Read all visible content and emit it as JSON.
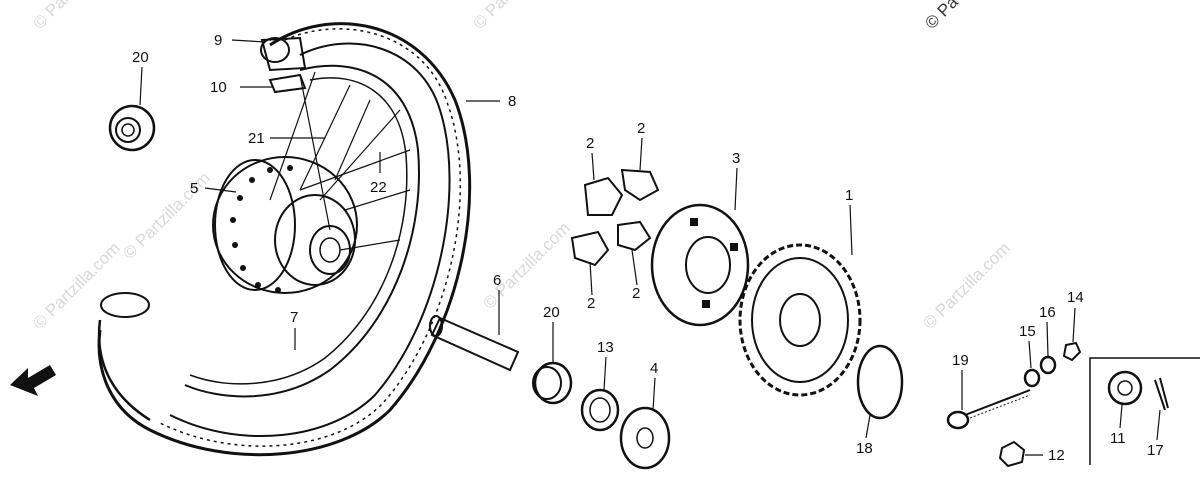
{
  "watermark": {
    "text": "© Partzilla.com",
    "corner_text": "© Pa"
  },
  "direction": {
    "label": "FWD"
  },
  "callouts": [
    {
      "id": "c9a",
      "text": "9"
    },
    {
      "id": "c10",
      "text": "10"
    },
    {
      "id": "c20a",
      "text": "20"
    },
    {
      "id": "c8",
      "text": "8"
    },
    {
      "id": "c21",
      "text": "21"
    },
    {
      "id": "c22",
      "text": "22"
    },
    {
      "id": "c5",
      "text": "5"
    },
    {
      "id": "c7",
      "text": "7"
    },
    {
      "id": "c6",
      "text": "6"
    },
    {
      "id": "c20b",
      "text": "20"
    },
    {
      "id": "c13",
      "text": "13"
    },
    {
      "id": "c4",
      "text": "4"
    },
    {
      "id": "c2a",
      "text": "2"
    },
    {
      "id": "c2b",
      "text": "2"
    },
    {
      "id": "c2c",
      "text": "2"
    },
    {
      "id": "c2d",
      "text": "2"
    },
    {
      "id": "c3",
      "text": "3"
    },
    {
      "id": "c1",
      "text": "1"
    },
    {
      "id": "c18",
      "text": "18"
    },
    {
      "id": "c19",
      "text": "19"
    },
    {
      "id": "c15",
      "text": "15"
    },
    {
      "id": "c16",
      "text": "16"
    },
    {
      "id": "c14",
      "text": "14"
    },
    {
      "id": "c12",
      "text": "12"
    },
    {
      "id": "c11",
      "text": "11"
    },
    {
      "id": "c17",
      "text": "17"
    }
  ]
}
